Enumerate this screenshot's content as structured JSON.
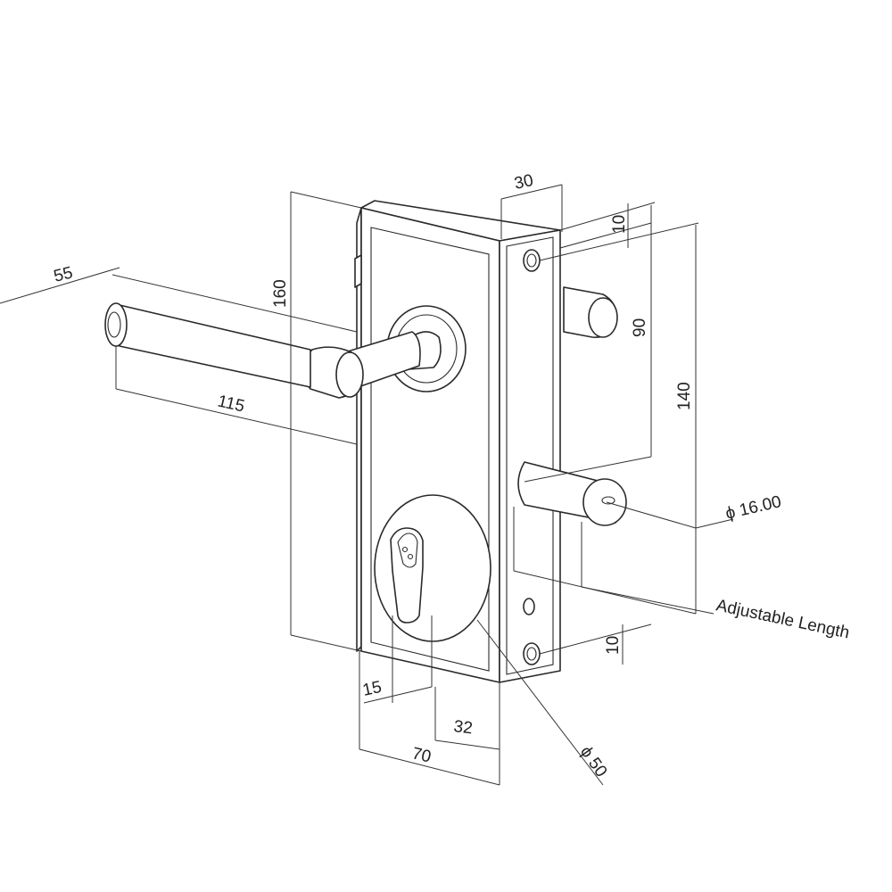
{
  "dimensions": {
    "top_depth": "30",
    "top_offset": "10",
    "height_total": "160",
    "handle_length_rear": "55",
    "handle_length_front": "115",
    "handle_spacing": "90",
    "bolt_spacing": "140",
    "bolt_diameter": "ϕ 16.00",
    "adjustable_length": "Adjustable Length",
    "bottom_offset": "10",
    "cylinder_offset": "15",
    "backset": "32",
    "width": "70",
    "rosette_diameter": "ϕ 50"
  },
  "colors": {
    "line": "#2a2a2a",
    "background": "#ffffff"
  }
}
